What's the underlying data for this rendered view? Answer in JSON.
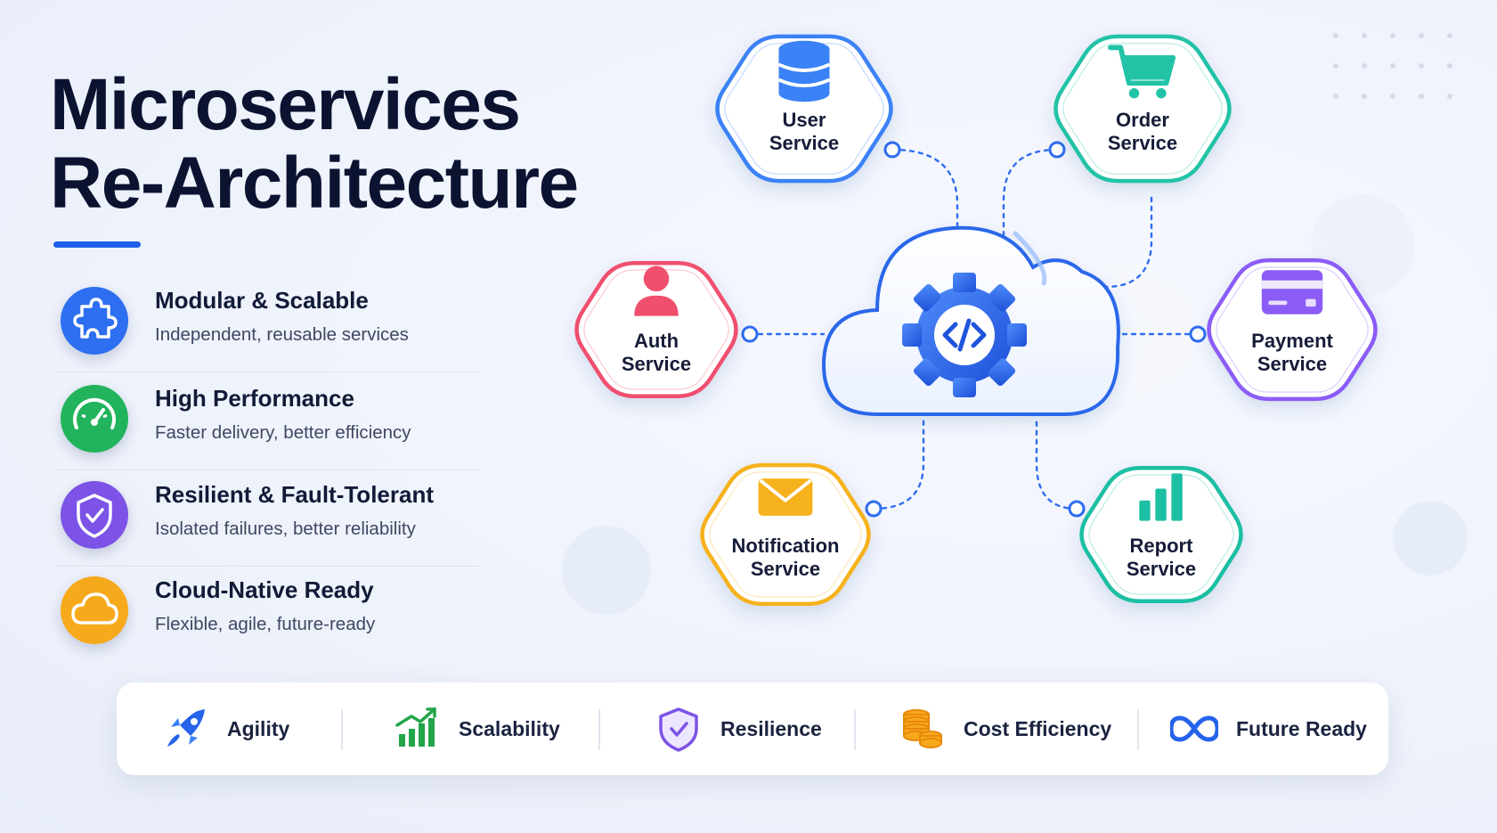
{
  "title": {
    "line1": "Microservices",
    "line2": "Re-Architecture"
  },
  "features": [
    {
      "title": "Modular & Scalable",
      "description": "Independent, reusable services",
      "icon": "puzzle-icon",
      "color": "#2d6ff0"
    },
    {
      "title": "High Performance",
      "description": "Faster delivery, better efficiency",
      "icon": "speedometer-icon",
      "color": "#22b45c"
    },
    {
      "title": "Resilient & Fault-Tolerant",
      "description": "Isolated failures, better reliability",
      "icon": "shield-check-icon",
      "color": "#7c53e6"
    },
    {
      "title": "Cloud-Native Ready",
      "description": "Flexible, agile, future-ready",
      "icon": "cloud-icon",
      "color": "#f7a91c"
    }
  ],
  "hub": {
    "icon": "code-gear-icon",
    "color": "#2563eb"
  },
  "services": [
    {
      "id": "user",
      "line1": "User",
      "line2": "Service",
      "icon": "database-icon",
      "color": "#3b82f6"
    },
    {
      "id": "order",
      "line1": "Order",
      "line2": "Service",
      "icon": "cart-icon",
      "color": "#22c3a6"
    },
    {
      "id": "auth",
      "line1": "Auth",
      "line2": "Service",
      "icon": "person-icon",
      "color": "#f0506e"
    },
    {
      "id": "payment",
      "line1": "Payment",
      "line2": "Service",
      "icon": "credit-card-icon",
      "color": "#8b5cf6"
    },
    {
      "id": "notification",
      "line1": "Notification",
      "line2": "Service",
      "icon": "envelope-icon",
      "color": "#f6b21e"
    },
    {
      "id": "report",
      "line1": "Report",
      "line2": "Service",
      "icon": "bar-chart-icon",
      "color": "#1fbfa3"
    }
  ],
  "benefits": [
    {
      "label": "Agility",
      "icon": "rocket-icon"
    },
    {
      "label": "Scalability",
      "icon": "growth-chart-icon"
    },
    {
      "label": "Resilience",
      "icon": "shield-icon"
    },
    {
      "label": "Cost Efficiency",
      "icon": "coins-icon"
    },
    {
      "label": "Future Ready",
      "icon": "infinity-icon"
    }
  ]
}
